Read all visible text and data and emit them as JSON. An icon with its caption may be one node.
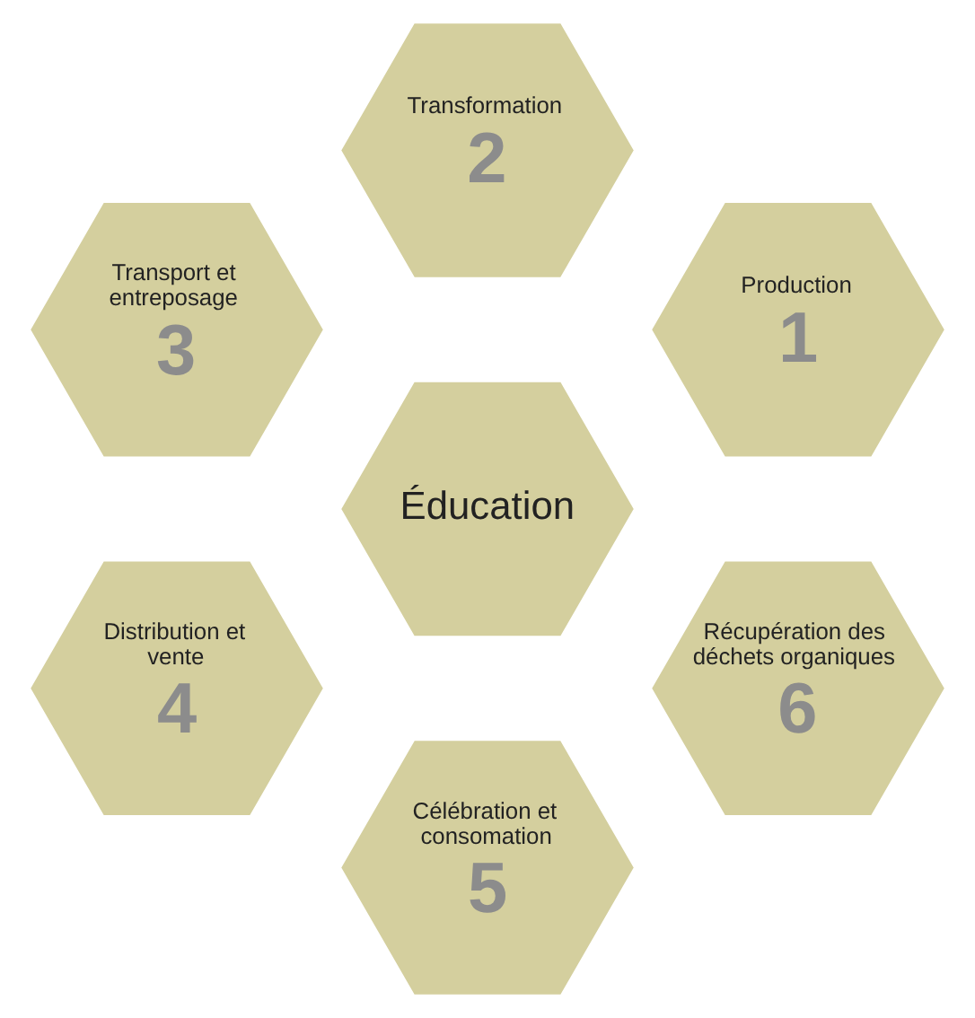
{
  "diagram": {
    "nodes": [
      {
        "text": [
          "Éducation"
        ]
      },
      {
        "text": [
          "Production",
          "1"
        ]
      },
      {
        "text": [
          "Transformation",
          "2"
        ]
      },
      {
        "text": [
          "Transport et entreposage",
          "3"
        ]
      },
      {
        "text": [
          "Distribution et vente",
          "4"
        ]
      },
      {
        "text": [
          "Célébration et consomation",
          "5"
        ]
      },
      {
        "text": [
          "Récupération des déchets organiques",
          "6"
        ]
      }
    ]
  }
}
